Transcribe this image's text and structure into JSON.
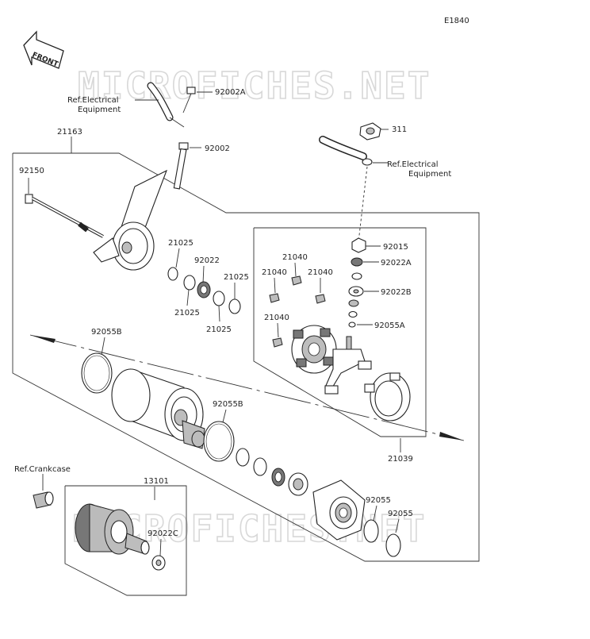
{
  "diagram": {
    "figure_code": "E1840",
    "front_label": "FRONT",
    "watermark": "MICROFICHES.NET",
    "labels": {
      "p92002A": "92002A",
      "ref_elec_left_1": "Ref.Electrical",
      "ref_elec_left_2": "Equipment",
      "p21163": "21163",
      "p92002": "92002",
      "p92150": "92150",
      "p21025_a": "21025",
      "p92022": "92022",
      "p21025_b": "21025",
      "p21025_c": "21025",
      "p21025_d": "21025",
      "p311": "311",
      "ref_elec_right_1": "Ref.Electrical",
      "ref_elec_right_2": "Equipment",
      "p92015": "92015",
      "p92022A": "92022A",
      "p92022B": "92022B",
      "p92055A": "92055A",
      "p21040_a": "21040",
      "p21040_b": "21040",
      "p21040_c": "21040",
      "p21040_d": "21040",
      "p92055B_a": "92055B",
      "p92055B_b": "92055B",
      "p21039": "21039",
      "ref_crankcase": "Ref.Crankcase",
      "p13101": "13101",
      "p92022C": "92022C",
      "p92055_a": "92055",
      "p92055_b": "92055"
    }
  }
}
